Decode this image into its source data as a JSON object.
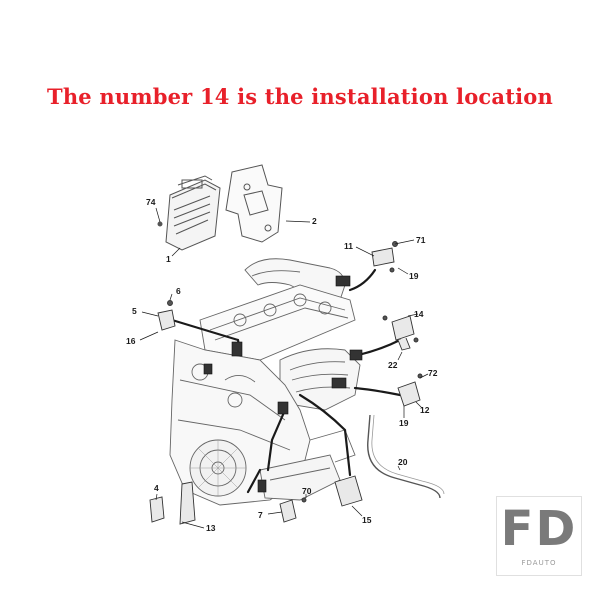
{
  "headline": "The number 14 is the installation location",
  "callouts": {
    "c1": "1",
    "c2": "2",
    "c4": "4",
    "c5": "5",
    "c6": "6",
    "c7": "7",
    "c11": "11",
    "c12": "12",
    "c13": "13",
    "c14": "14",
    "c15": "15",
    "c16": "16",
    "c19a": "19",
    "c19b": "19",
    "c20": "20",
    "c22": "22",
    "c70": "70",
    "c71": "71",
    "c72": "72",
    "c74": "74"
  },
  "logo": {
    "mark": "FD",
    "sub": "FDAUTO"
  },
  "colors": {
    "headline": "#e8202a",
    "lineart": "#555555",
    "leader": "#1a1a1a"
  }
}
